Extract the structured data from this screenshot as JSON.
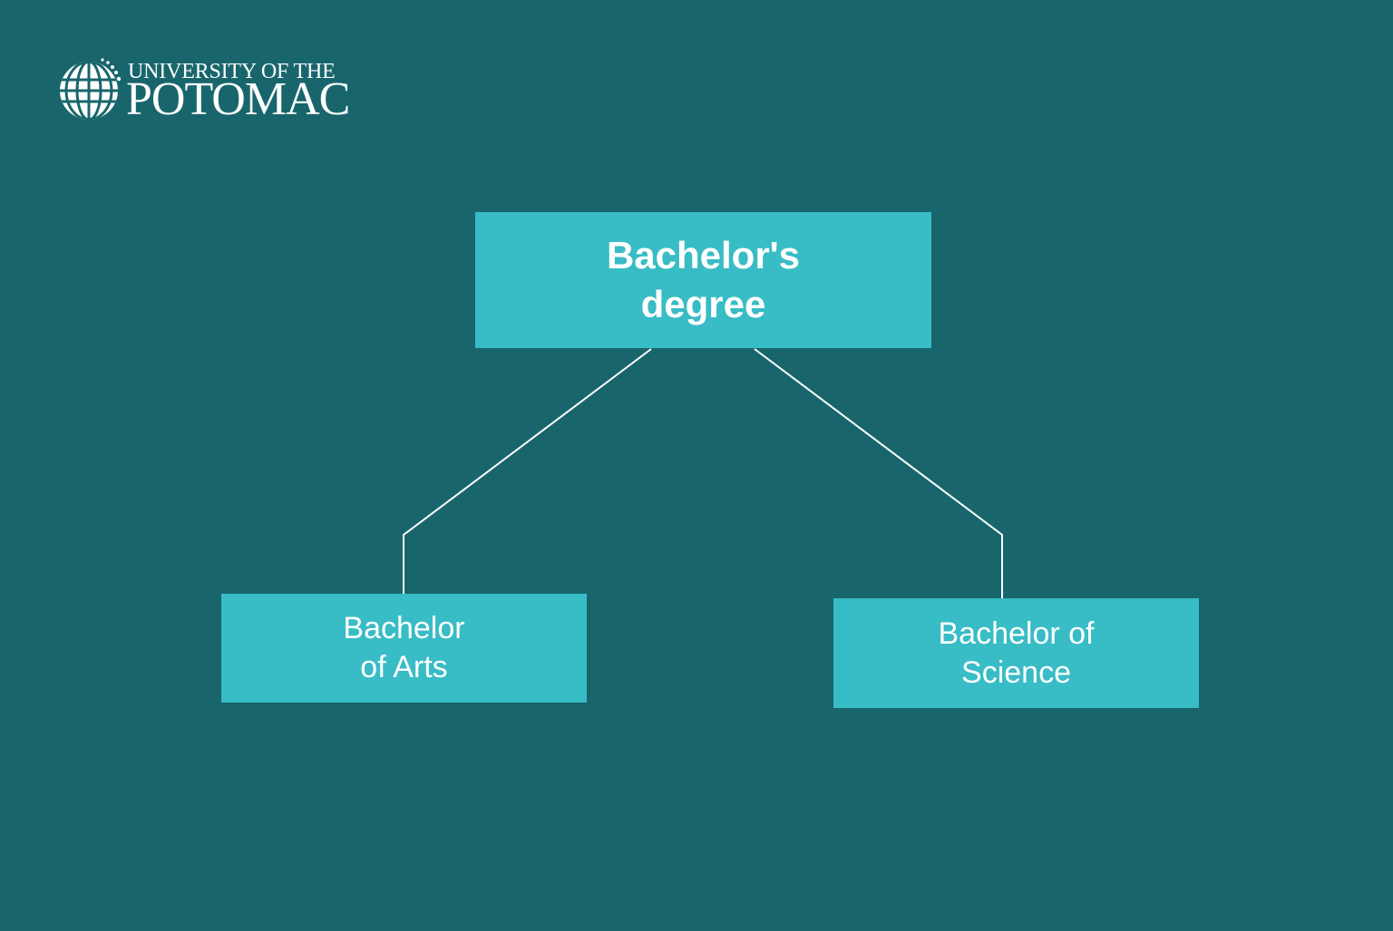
{
  "logo": {
    "line1": "UNIVERSITY OF THE",
    "line2": "POTOMAC",
    "icon": "globe-icon"
  },
  "diagram": {
    "root": {
      "label": "Bachelor's\ndegree"
    },
    "children": [
      {
        "label": "Bachelor\nof Arts"
      },
      {
        "label": "Bachelor of\nScience"
      }
    ]
  },
  "colors": {
    "background": "#18666c",
    "box": "#38bcc5",
    "text": "#ffffff",
    "connector": "#ffffff"
  }
}
